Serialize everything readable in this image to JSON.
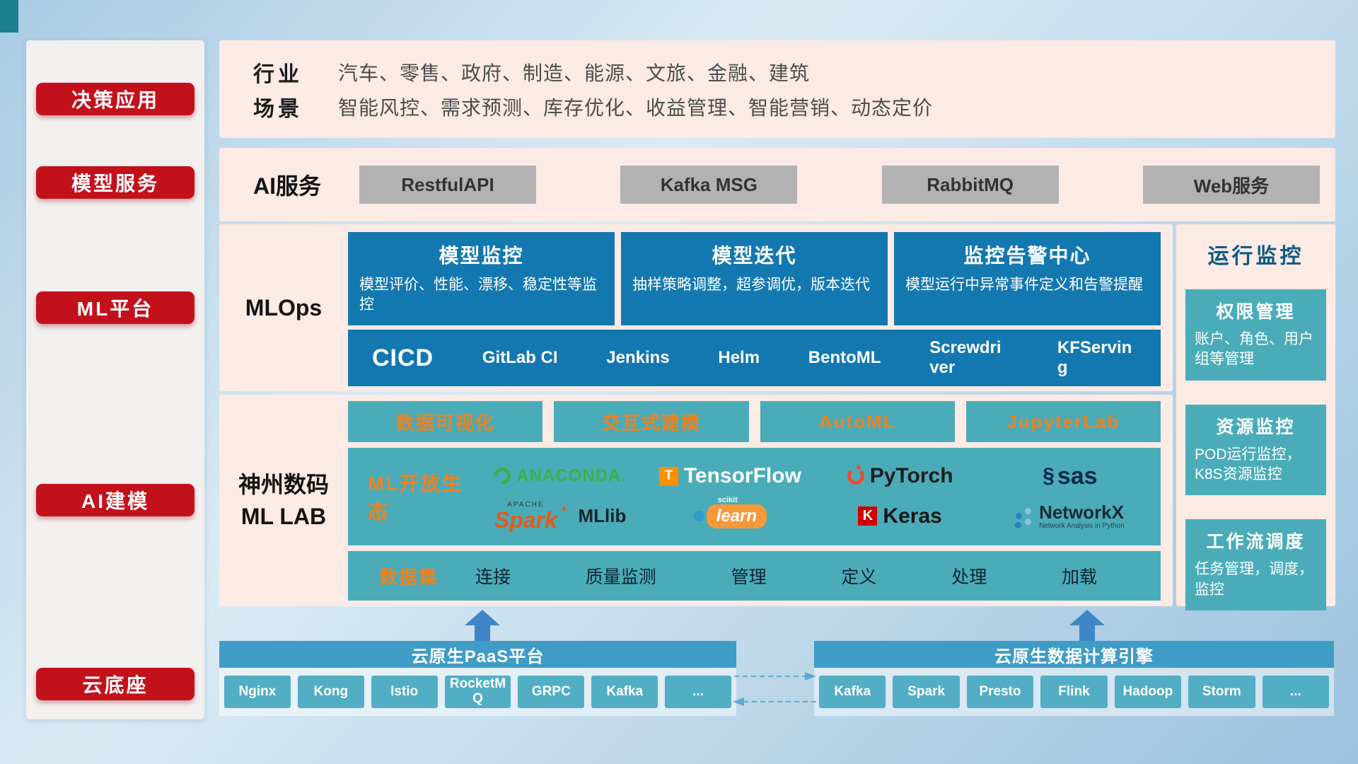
{
  "palette": {
    "red": "#c3111c",
    "pink_panel": "#fceae4",
    "blue_card": "#1478b0",
    "teal_card": "#4aacb9",
    "orange_accent": "#ef8220",
    "gray_button": "#b2b2b2",
    "bottom_bar_blue": "#3e9cc6",
    "bottom_chip_teal": "#52aec4",
    "arrow_blue": "#3f86c8"
  },
  "sidebar": {
    "items": [
      {
        "label": "决策应用"
      },
      {
        "label": "模型服务"
      },
      {
        "label": "ML平台"
      },
      {
        "label": "AI建模"
      },
      {
        "label": "云底座"
      }
    ]
  },
  "industry": {
    "rows": [
      {
        "label": "行业",
        "text": "汽车、零售、政府、制造、能源、文旅、金融、建筑"
      },
      {
        "label": "场景",
        "text": "智能风控、需求预测、库存优化、收益管理、智能营销、动态定价"
      }
    ]
  },
  "ai_service": {
    "label": "AI服务",
    "items": [
      "RestfulAPI",
      "Kafka MSG",
      "RabbitMQ",
      "Web服务"
    ]
  },
  "mlops": {
    "label": "MLOps",
    "cards": [
      {
        "title": "模型监控",
        "desc": "模型评价、性能、漂移、稳定性等监控"
      },
      {
        "title": "模型迭代",
        "desc": "抽样策略调整，超参调优，版本迭代"
      },
      {
        "title": "监控告警中心",
        "desc": "模型运行中异常事件定义和告警提醒"
      }
    ],
    "cicd_label": "CICD",
    "cicd_items": [
      "GitLab CI",
      "Jenkins",
      "Helm",
      "BentoML",
      "Screwdriver",
      "KFServing"
    ]
  },
  "mllab": {
    "label_line1": "神州数码",
    "label_line2": "ML LAB",
    "tools": [
      "数据可视化",
      "交互式建模",
      "AutoML",
      "JupyterLab"
    ],
    "ecosystem_label": "ML开放生态",
    "logos": [
      {
        "name": "Anaconda",
        "text": "ANACONDA."
      },
      {
        "name": "TensorFlow",
        "text": "TensorFlow",
        "badge": "T"
      },
      {
        "name": "PyTorch",
        "text": "PyTorch"
      },
      {
        "name": "SAS",
        "text": "sas",
        "badge": "§"
      },
      {
        "name": "Apache Spark MLlib",
        "tag": "APACHE",
        "text": "Spark",
        "sub": "MLlib"
      },
      {
        "name": "scikit-learn",
        "tag": "scikit",
        "text": "learn"
      },
      {
        "name": "Keras",
        "badge": "K",
        "text": "Keras"
      },
      {
        "name": "NetworkX",
        "text": "NetworkX",
        "sub": "Network Analysis in Python"
      }
    ],
    "dataset_label": "数据集",
    "dataset_items": [
      "连接",
      "质量监测",
      "管理",
      "定义",
      "处理",
      "加载"
    ]
  },
  "monitoring": {
    "title": "运行监控",
    "cards": [
      {
        "title": "权限管理",
        "desc": "账户、角色、用户组等管理"
      },
      {
        "title": "资源监控",
        "desc": "POD运行监控，K8S资源监控"
      },
      {
        "title": "工作流调度",
        "desc": "任务管理，调度，监控"
      }
    ]
  },
  "cloud_base": {
    "paas": {
      "title": "云原生PaaS平台",
      "items": [
        "Nginx",
        "Kong",
        "Istio",
        "RocketMQ",
        "GRPC",
        "Kafka",
        "..."
      ]
    },
    "engine": {
      "title": "云原生数据计算引擎",
      "items": [
        "Kafka",
        "Spark",
        "Presto",
        "Flink",
        "Hadoop",
        "Storm",
        "..."
      ]
    }
  }
}
